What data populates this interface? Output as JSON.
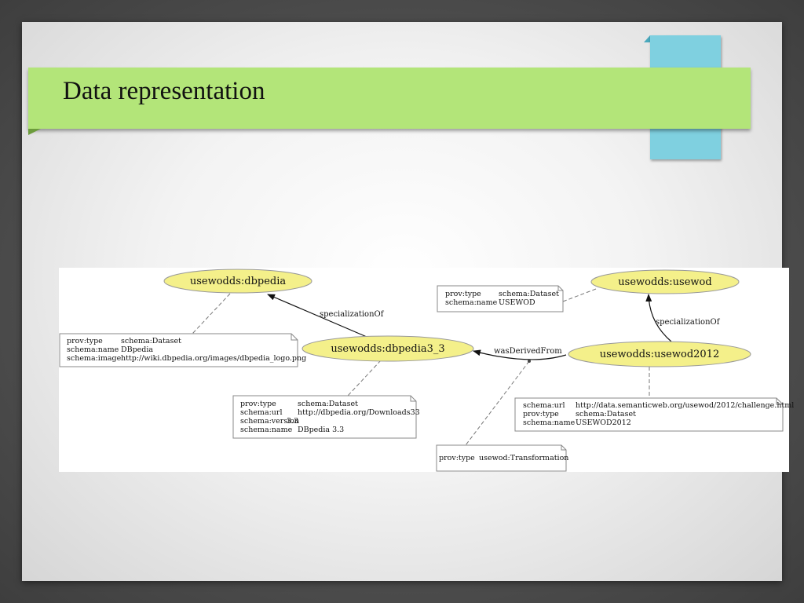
{
  "slide": {
    "title": "Data representation"
  },
  "diagram": {
    "nodes": [
      {
        "id": "dbpedia",
        "label": "usewodds:dbpedia"
      },
      {
        "id": "dbpedia33",
        "label": "usewodds:dbpedia3_3"
      },
      {
        "id": "usewod",
        "label": "usewodds:usewod"
      },
      {
        "id": "usewod2012",
        "label": "usewodds:usewod2012"
      }
    ],
    "edges": [
      {
        "from": "dbpedia33",
        "to": "dbpedia",
        "label": "specializationOf"
      },
      {
        "from": "usewod2012",
        "to": "usewod",
        "label": "specializationOf"
      },
      {
        "from": "usewod2012",
        "to": "dbpedia33",
        "label": "wasDerivedFrom"
      }
    ],
    "notes": [
      {
        "id": "note-dbpedia",
        "rows": [
          {
            "key": "prov:type",
            "value": "schema:Dataset"
          },
          {
            "key": "schema:name",
            "value": "DBpedia"
          },
          {
            "key": "schema:image",
            "value": "http://wiki.dbpedia.org/images/dbpedia_logo.png"
          }
        ]
      },
      {
        "id": "note-dbpedia33",
        "rows": [
          {
            "key": "prov:type",
            "value": "schema:Dataset"
          },
          {
            "key": "schema:url",
            "value": "http://dbpedia.org/Downloads33"
          },
          {
            "key": "schema:version",
            "value": "3.3"
          },
          {
            "key": "schema:name",
            "value": "DBpedia 3.3"
          }
        ]
      },
      {
        "id": "note-usewod",
        "rows": [
          {
            "key": "prov:type",
            "value": "schema:Dataset"
          },
          {
            "key": "schema:name",
            "value": "USEWOD"
          }
        ]
      },
      {
        "id": "note-usewod2012",
        "rows": [
          {
            "key": "schema:url",
            "value": "http://data.semanticweb.org/usewod/2012/challenge.html"
          },
          {
            "key": "prov:type",
            "value": "schema:Dataset"
          },
          {
            "key": "schema:name",
            "value": "USEWOD2012"
          }
        ]
      },
      {
        "id": "note-transformation",
        "rows": [
          {
            "key": "prov:type",
            "value": "usewod:Transformation"
          }
        ]
      }
    ]
  },
  "colors": {
    "node_fill": "#f4f08a",
    "node_stroke": "#999999",
    "title_bar": "#b3e579",
    "accent_tab": "#7fd0e0"
  }
}
